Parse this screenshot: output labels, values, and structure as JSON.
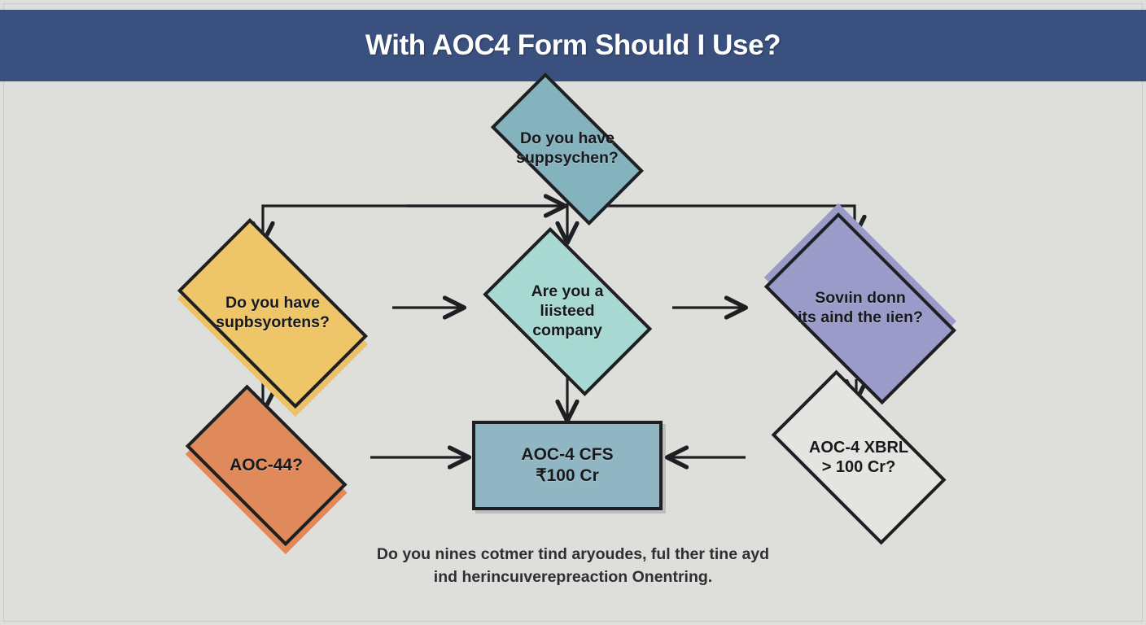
{
  "banner": {
    "title": "With AOC4 Form Should I Use?",
    "background_color": "#3a5180",
    "text_color": "#ffffff"
  },
  "page": {
    "background_color": "#dededa"
  },
  "chart_data": {
    "type": "diagram",
    "diagram_kind": "flowchart",
    "title": "With AOC4 Form Should I Use?",
    "nodes": [
      {
        "id": "subsidiaries",
        "shape": "diamond",
        "fill": "#84b2bd",
        "lines": [
          "Do you have",
          "suppsychen?"
        ],
        "row": 0,
        "column": "center"
      },
      {
        "id": "sub-left",
        "shape": "diamond",
        "fill": "#eec568",
        "lines": [
          "Do you have",
          "supbsyortens?"
        ],
        "row": 1,
        "column": "left"
      },
      {
        "id": "listed",
        "shape": "diamond",
        "fill": "#a8d8d2",
        "lines": [
          "Are you a",
          "liisteed",
          "company"
        ],
        "row": 1,
        "column": "center"
      },
      {
        "id": "turnover",
        "shape": "diamond",
        "fill": "#9a9bc8",
        "lines": [
          "Sovıin donn",
          "its aind the ıien?"
        ],
        "row": 1,
        "column": "right"
      },
      {
        "id": "aoc44",
        "shape": "diamond",
        "fill": "#e08a5c",
        "lines": [
          "AOC-44?"
        ],
        "row": 2,
        "column": "left"
      },
      {
        "id": "cfs",
        "shape": "rectangle",
        "fill": "#8fb6c2",
        "lines": [
          "AOC-4 CFS",
          "₹100 Cr"
        ],
        "row": 2,
        "column": "center"
      },
      {
        "id": "xbrl",
        "shape": "diamond",
        "fill": "#e4e5e0",
        "lines": [
          "AOC-4 XBRL",
          "> 100 Cr?"
        ],
        "row": 2,
        "column": "right"
      }
    ],
    "edges": [
      {
        "from": "subsidiaries",
        "to": "sub-left",
        "style": "elbow-left",
        "arrow": true
      },
      {
        "from": "subsidiaries",
        "to": "listed",
        "style": "straight-down",
        "arrow": true
      },
      {
        "from": "subsidiaries",
        "to": "turnover",
        "style": "elbow-right",
        "arrow": true
      },
      {
        "from": "sub-left",
        "to": "listed",
        "style": "horizontal-right",
        "arrow": true
      },
      {
        "from": "listed",
        "to": "turnover",
        "style": "horizontal-right",
        "arrow": true
      },
      {
        "from": "sub-left",
        "to": "aoc44",
        "style": "straight-down",
        "arrow": true
      },
      {
        "from": "listed",
        "to": "cfs",
        "style": "straight-down",
        "arrow": true
      },
      {
        "from": "turnover",
        "to": "xbrl",
        "style": "straight-down",
        "arrow": true
      },
      {
        "from": "aoc44",
        "to": "cfs",
        "style": "horizontal-right",
        "arrow": true
      },
      {
        "from": "xbrl",
        "to": "cfs",
        "style": "horizontal-left",
        "arrow": true
      }
    ],
    "edge_color": "#1d1f22"
  },
  "nodes": {
    "subsidiaries": {
      "line1": "Do you have",
      "line2": "suppsychen?"
    },
    "sub_left": {
      "line1": "Do you have",
      "line2": "supbsyortens?"
    },
    "listed": {
      "line1": "Are you a",
      "line2": "liisteed",
      "line3": "company"
    },
    "turnover": {
      "line1": "Sovıin donn",
      "line2": "its aind the ıien?"
    },
    "aoc44": {
      "line1": "AOC-44?"
    },
    "cfs": {
      "line1": "AOC-4 CFS",
      "line2": "₹100 Cr"
    },
    "xbrl": {
      "line1": "AOC-4 XBRL",
      "line2": "> 100 Cr?"
    }
  },
  "caption": {
    "line1": "Do you nines cotmer tind aryoudes, ful ther tine ayd",
    "line2": "ind herincuıverepreaction Onentring."
  }
}
